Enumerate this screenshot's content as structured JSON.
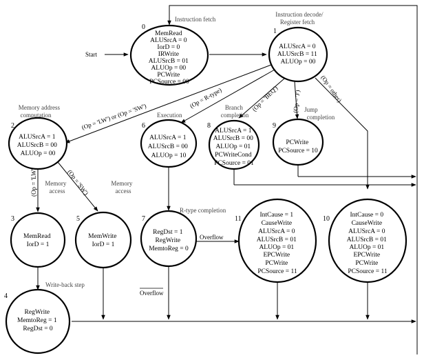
{
  "start_label": "Start",
  "states": [
    {
      "id": "0",
      "title": "Instruction fetch",
      "lines": [
        "MemRead",
        "ALUSrcA = 0",
        "IorD = 0",
        "IRWrite",
        "ALUSrcB = 01",
        "ALUOp = 00",
        "PCWrite",
        "PCSource = 00"
      ]
    },
    {
      "id": "1",
      "title": "Instruction decode/ Register fetch",
      "lines": [
        "ALUSrcA = 0",
        "ALUSrcB = 11",
        "ALUOp = 00"
      ]
    },
    {
      "id": "2",
      "title": "Memory address computation",
      "lines": [
        "ALUSrcA = 1",
        "ALUSrcB = 00",
        "ALUOp = 00"
      ]
    },
    {
      "id": "6",
      "title": "Execution",
      "lines": [
        "ALUSrcA = 1",
        "ALUSrcB = 00",
        "ALUOp = 10"
      ]
    },
    {
      "id": "8",
      "title": "Branch completion",
      "lines": [
        "ALUSrcA = 1",
        "ALUSrcB = 00",
        "ALUOp = 01",
        "PCWriteCond",
        "PCSource = 01"
      ]
    },
    {
      "id": "9",
      "title": "Jump completion",
      "lines": [
        "PCWrite",
        "PCSource = 10"
      ]
    },
    {
      "id": "3",
      "title": "Memory access",
      "lines": [
        "MemRead",
        "IorD = 1"
      ]
    },
    {
      "id": "5",
      "title": "Memory access",
      "lines": [
        "MemWrite",
        "IorD = 1"
      ]
    },
    {
      "id": "7",
      "title": "R-type completion",
      "lines": [
        "RegDst = 1",
        "RegWrite",
        "MemtoReg = 0"
      ]
    },
    {
      "id": "11",
      "title": "",
      "lines": [
        "IntCause = 1",
        "CauseWrite",
        "ALUSrcA = 0",
        "ALUSrcB = 01",
        "ALUOp = 01",
        "EPCWrite",
        "PCWrite",
        "PCSource = 11"
      ]
    },
    {
      "id": "10",
      "title": "",
      "lines": [
        "IntCause = 0",
        "CauseWrite",
        "ALUSrcA = 0",
        "ALUSrcB = 01",
        "ALUOp = 01",
        "EPCWrite",
        "PCWrite",
        "PCSource = 11"
      ]
    },
    {
      "id": "4",
      "title": "Write-back step",
      "lines": [
        "RegWrite",
        "MemtoReg = 1",
        "RegDst = 0"
      ]
    }
  ],
  "transitions": {
    "lw_sw": "(Op = 'LW') or (Op = 'SW')",
    "rtype": "(Op = R-type)",
    "beq": "(Op = 'BEQ')",
    "jump": "(Op = 'J')",
    "other": "(Op = other)",
    "lw": "(Op = 'LW')",
    "sw": "(Op = 'SW')",
    "overflow": "Overflow",
    "not_overflow": "Overflow"
  }
}
